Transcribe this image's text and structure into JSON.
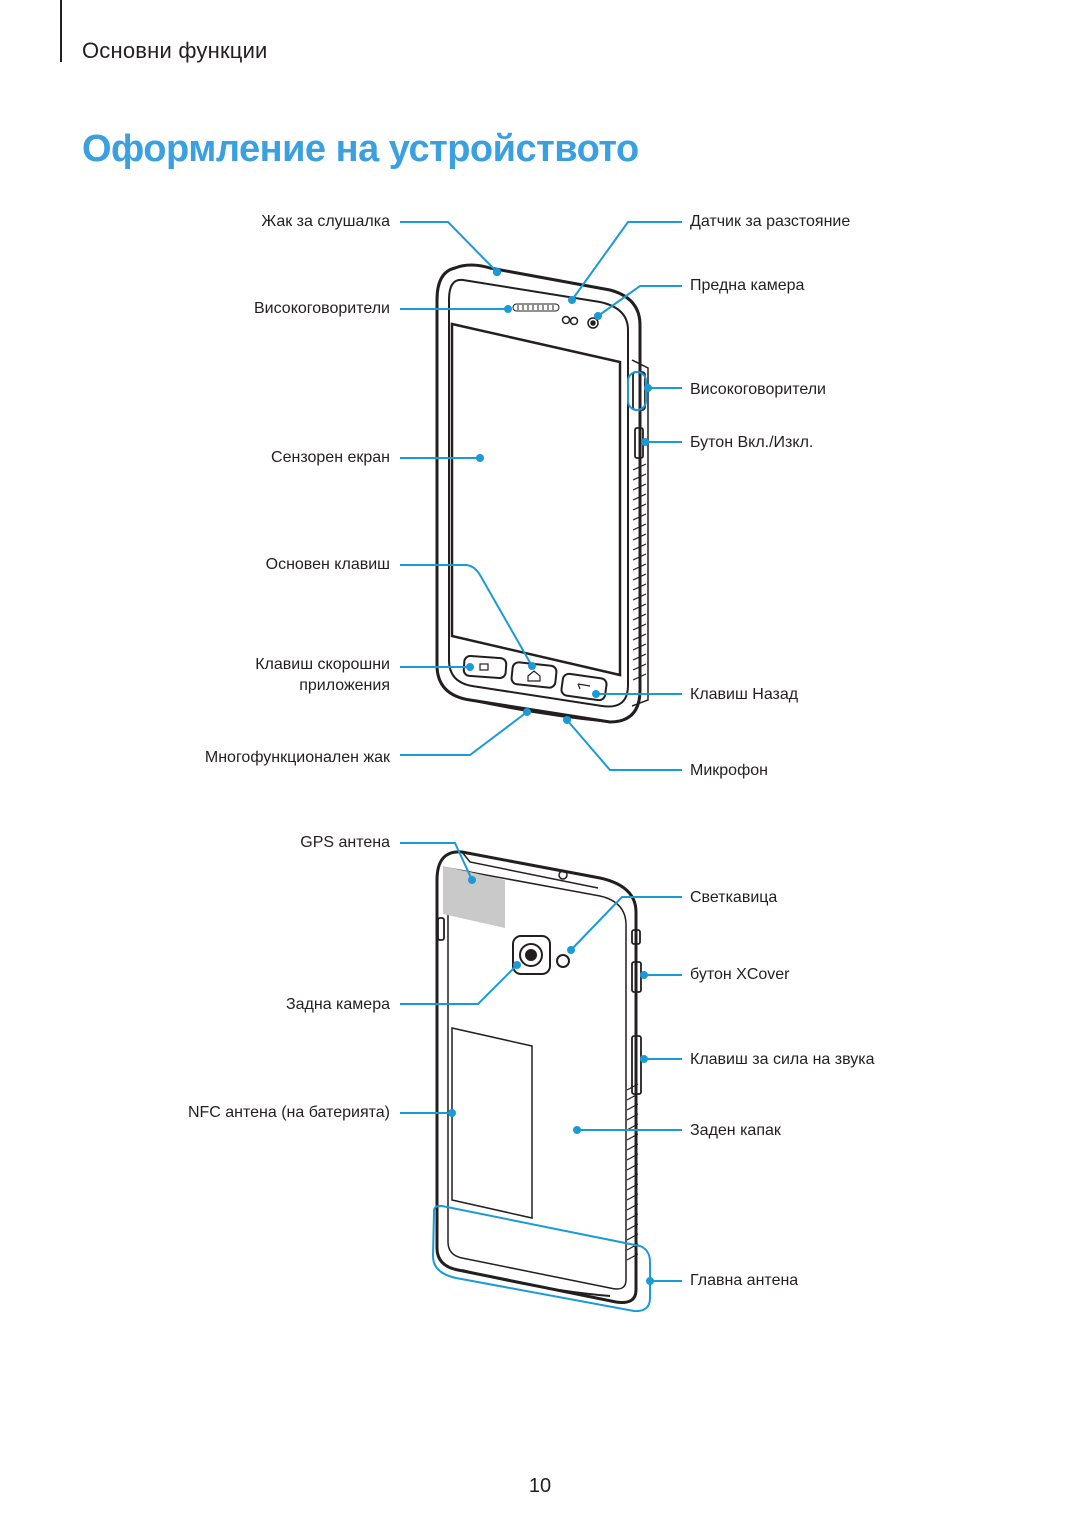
{
  "header": {
    "section": "Основни функции"
  },
  "title": "Оформление на устройството",
  "colors": {
    "accent": "#3aa0e0",
    "callout": "#1a9ad6",
    "text": "#231f20"
  },
  "front_labels": {
    "headset_jack": "Жак за слушалка",
    "speaker_top": "Високоговорители",
    "touchscreen": "Сензорен екран",
    "home_key": "Основен клавиш",
    "recent_apps_line1": "Клавиш скорошни",
    "recent_apps_line2": "приложения",
    "multipurpose_jack": "Многофункционален жак",
    "proximity_sensor": "Датчик за разстояние",
    "front_camera": "Предна камера",
    "speaker_side": "Високоговорители",
    "power_button": "Бутон Вкл./Изкл.",
    "back_key": "Клавиш Назад",
    "microphone": "Микрофон"
  },
  "back_labels": {
    "gps_antenna": "GPS антена",
    "rear_camera": "Задна камера",
    "nfc_antenna": "NFC антена (на батерията)",
    "flash": "Светкавица",
    "xcover_button": "бутон XCover",
    "volume_key": "Клавиш за сила на звука",
    "back_cover": "Заден капак",
    "main_antenna": "Главна антена"
  },
  "page_number": "10"
}
